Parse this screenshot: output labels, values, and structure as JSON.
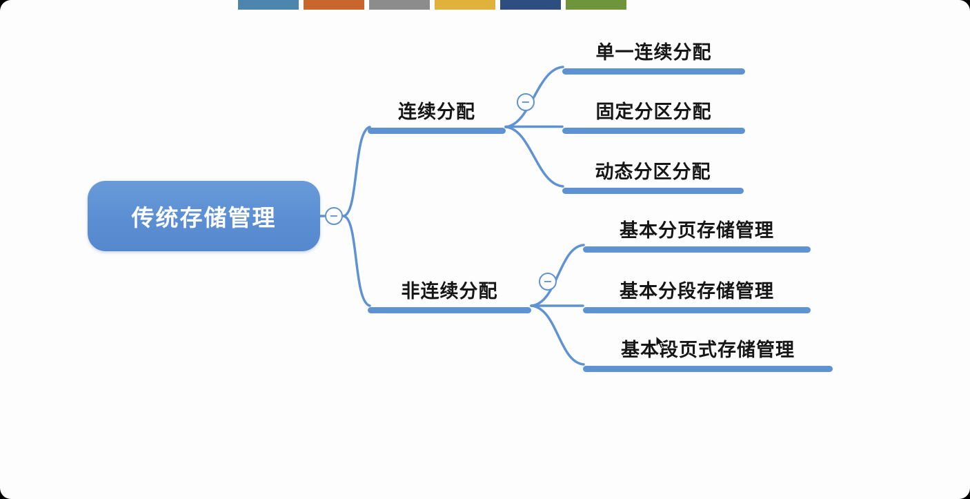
{
  "palette": {
    "colors": [
      "#4d86ad",
      "#c8662e",
      "#8c8c8c",
      "#e0b23b",
      "#2e4d80",
      "#6f953c"
    ]
  },
  "mindmap": {
    "collapse_glyph": "−",
    "root": {
      "label": "传统存储管理"
    },
    "branches": [
      {
        "label": "连续分配",
        "children": [
          "单一连续分配",
          "固定分区分配",
          "动态分区分配"
        ]
      },
      {
        "label": "非连续分配",
        "children": [
          "基本分页存储管理",
          "基本分段存储管理",
          "基本段页式存储管理"
        ]
      }
    ]
  },
  "colors": {
    "line": "#5e92d3",
    "root_fill": "#5b8ed3",
    "text": "#161616"
  }
}
